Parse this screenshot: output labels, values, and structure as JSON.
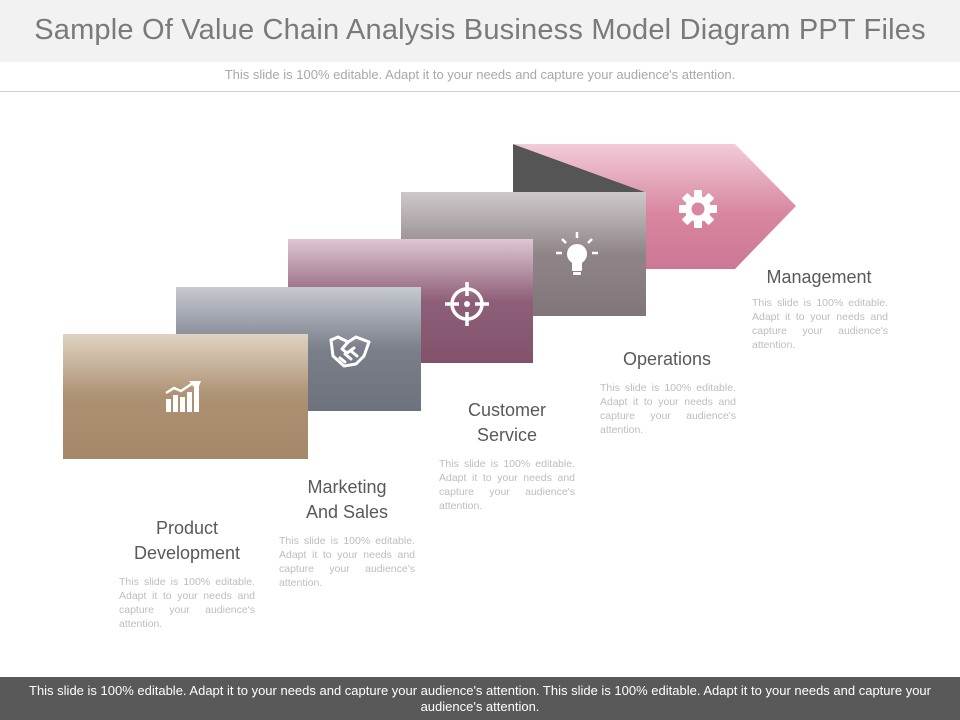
{
  "slide": {
    "title": "Sample Of Value Chain Analysis Business Model Diagram PPT Files",
    "subtitle": "This slide is 100% editable. Adapt it to your needs and capture your audience's attention.",
    "footer": "This slide is 100% editable. Adapt it to your needs and capture your audience's attention. This slide is 100% editable. Adapt it to your needs and capture your audience's attention."
  },
  "colors": {
    "product": "#a88c6e",
    "marketing": "#737882",
    "customer": "#86576f",
    "operations": "#857a7f",
    "management": "#d07a98",
    "fold": "#555555"
  },
  "steps": [
    {
      "label_line1": "Product",
      "label_line2": "Development",
      "icon": "bar-chart-icon",
      "desc": "This slide is 100% editable. Adapt it to your needs and capture your audience's attention."
    },
    {
      "label_line1": "Marketing",
      "label_line2": "And Sales",
      "icon": "handshake-icon",
      "desc": "This slide is 100% editable. Adapt it to your needs and capture your audience's attention."
    },
    {
      "label_line1": "Customer",
      "label_line2": "Service",
      "icon": "target-icon",
      "desc": "This slide is 100% editable. Adapt it to your needs and capture your audience's attention."
    },
    {
      "label_line1": "Operations",
      "label_line2": "",
      "icon": "lightbulb-icon",
      "desc": "This slide is 100% editable. Adapt it to your needs and capture your audience's attention."
    },
    {
      "label_line1": "Management",
      "label_line2": "",
      "icon": "gear-icon",
      "desc": "This slide is 100% editable. Adapt it to your needs and capture your audience's attention."
    }
  ]
}
